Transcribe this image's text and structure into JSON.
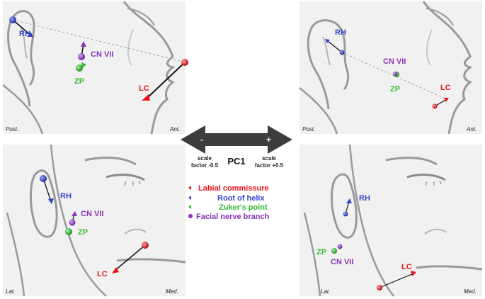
{
  "colors": {
    "labial_commissure": "#e8141c",
    "root_of_helix": "#3344cc",
    "zukers_point": "#33bb33",
    "facial_nerve_branch": "#8833bb",
    "panel_bg": "#f1f1f1",
    "face_line": "#9a9a9a",
    "arrow_bar": "#3d3d3d"
  },
  "panels": {
    "top_left": {
      "rh": "RH",
      "cn": "CN VII",
      "zp": "ZP",
      "lc": "LC",
      "corner_left": "Post.",
      "corner_right": "Ant."
    },
    "top_right": {
      "rh": "RH",
      "cn": "CN VII",
      "zp": "ZP",
      "lc": "LC",
      "corner_left": "Post.",
      "corner_right": "Ant."
    },
    "bottom_left": {
      "rh": "RH",
      "cn": "CN VII",
      "zp": "ZP",
      "lc": "LC",
      "corner_left": "Lat.",
      "corner_right": "Med."
    },
    "bottom_right": {
      "rh": "RH",
      "cn": "CN VII",
      "zp": "ZP",
      "lc": "LC",
      "corner_left": "Lat.",
      "corner_right": "Med."
    }
  },
  "center": {
    "minus": "-",
    "plus": "+",
    "pc_title": "PC1",
    "left_scale_line1": "scale",
    "left_scale_line2": "factor -0.5",
    "right_scale_line1": "scale",
    "right_scale_line2": "factor +0.5"
  },
  "legend": [
    {
      "label": "Labial commissure",
      "color_key": "labial_commissure"
    },
    {
      "label": "Root of helix",
      "color_key": "root_of_helix"
    },
    {
      "label": "Zuker's point",
      "color_key": "zukers_point"
    },
    {
      "label": "Facial nerve branch",
      "color_key": "facial_nerve_branch"
    }
  ]
}
